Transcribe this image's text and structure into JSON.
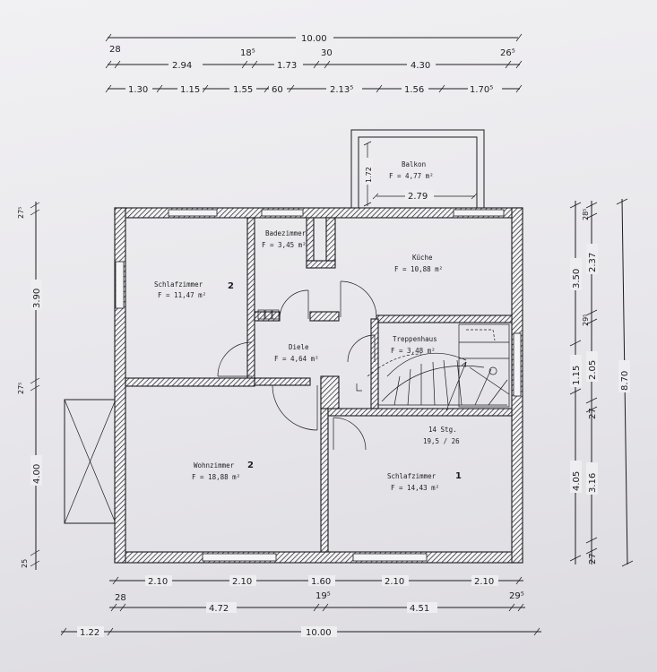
{
  "top_dims": {
    "row1": {
      "total": "10.00"
    },
    "row2": {
      "a": "28",
      "b": "2.94",
      "c": "18⁵",
      "d": "1.73",
      "e": "30",
      "f": "4.30",
      "g": "26⁵"
    },
    "row3": {
      "a": "1.30",
      "b": "1.15",
      "c": "1.55",
      "d": "60",
      "e": "2.13⁵",
      "f": "1.56",
      "g": "1.70⁵"
    }
  },
  "left_dims": {
    "a": "27⁵",
    "b": "3.90",
    "c": "27⁵",
    "d": "4.00",
    "e": "25"
  },
  "right_dims": {
    "inner": {
      "a": "28⁵",
      "b": "2.37",
      "c": "29⁵",
      "d": "2.05",
      "e": "27",
      "f": "3.16",
      "g": "27"
    },
    "mid": {
      "a": "3.50",
      "b": "1.15",
      "c": "4.05"
    },
    "outer": {
      "total": "8.70"
    }
  },
  "bottom_dims": {
    "row1": {
      "a": "2.10",
      "b": "2.10",
      "c": "1.60",
      "d": "2.10",
      "e": "2.10"
    },
    "row2": {
      "a": "28",
      "b": "4.72",
      "c": "19⁵",
      "d": "4.51",
      "e": "29⁵"
    },
    "row3": {
      "a": "1.22",
      "b": "10.00"
    }
  },
  "rooms": {
    "balkon": {
      "name": "Balkon",
      "area": "F = 4,77 m²",
      "w": "2.79",
      "h": "1.72"
    },
    "bad": {
      "name": "Badezimmer",
      "area": "F = 3,45 m²"
    },
    "kueche": {
      "name": "Küche",
      "area": "F = 10,88 m²"
    },
    "schlaf2": {
      "name": "Schlafzimmer",
      "num": "2",
      "area": "F = 11,47 m²"
    },
    "diele": {
      "name": "Diele",
      "area": "F = 4,64 m²"
    },
    "treppe": {
      "name": "Treppenhaus",
      "area": "F = 3,48 m²"
    },
    "stairs": {
      "steps": "14 Stg.",
      "ratio": "19,5 / 26"
    },
    "wohn": {
      "name": "Wohnzimmer",
      "num": "2",
      "area": "F = 18,88 m²"
    },
    "schlaf1": {
      "name": "Schlafzimmer",
      "num": "1",
      "area": "F = 14,43 m²"
    }
  }
}
